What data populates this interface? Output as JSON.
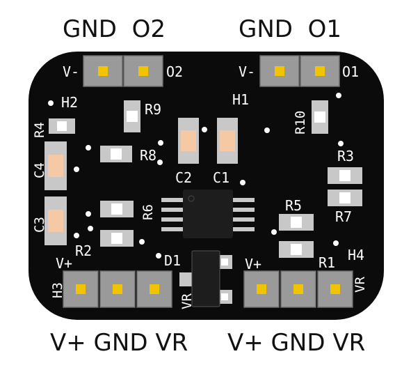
{
  "colors": {
    "board": "#0b0b0b",
    "silkscreen": "#ffffff",
    "header_body": "#9a9a9a",
    "pin": "#f2c400",
    "smd_pad": "#c8c8c8",
    "smd_body": "#ffffff",
    "cap_body": "#f4c9a4",
    "ic_body": "#1d1d1d",
    "lead": "#c9c9c9"
  },
  "labels": {
    "top_left": "GND  O2",
    "top_right": "GND  O1",
    "bottom_left": "V+ GND VR",
    "bottom_right": "V+ GND VR"
  },
  "silk": {
    "h1": "H1",
    "h2": "H2",
    "h3": "H3",
    "h4": "H4",
    "vminus_left": "V-",
    "o2": "O2",
    "vminus_right": "V-",
    "o1": "O1",
    "r1": "R1",
    "r2": "R2",
    "r3": "R3",
    "r4": "R4",
    "r5": "R5",
    "r6": "R6",
    "r7": "R7",
    "r8": "R8",
    "r9": "R9",
    "r10": "R10",
    "c1": "C1",
    "c2": "C2",
    "c3": "C3",
    "c4": "C4",
    "d1": "D1",
    "vplus_left": "V+",
    "vplus_right": "V+",
    "vr_left": "VR",
    "vr_right": "VR"
  }
}
